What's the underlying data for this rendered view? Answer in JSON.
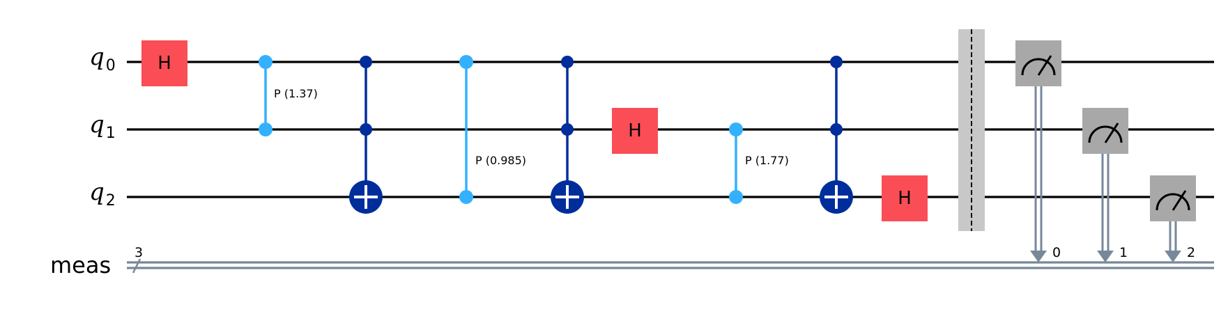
{
  "colors": {
    "hadamard": "#FA4D56",
    "phase": "#33B1FF",
    "cnot": "#002D9C",
    "measure": "#A8A8A8",
    "barrier": "#C8C8C8",
    "classical": "#778899",
    "wire": "#000000"
  },
  "qubits": [
    {
      "letter": "q",
      "index": "0"
    },
    {
      "letter": "q",
      "index": "1"
    },
    {
      "letter": "q",
      "index": "2"
    }
  ],
  "classical_register": {
    "name": "meas",
    "width": "3"
  },
  "gates": [
    {
      "type": "h",
      "qubit": 0,
      "label": "H"
    },
    {
      "type": "cp",
      "qubits": [
        0,
        1
      ],
      "label": "P (1.37)"
    },
    {
      "type": "ccx",
      "controls": [
        0,
        1
      ],
      "target": 2
    },
    {
      "type": "cp",
      "qubits": [
        0,
        2
      ],
      "label": "P (0.985)"
    },
    {
      "type": "ccx",
      "controls": [
        0,
        1
      ],
      "target": 2
    },
    {
      "type": "h",
      "qubit": 1,
      "label": "H"
    },
    {
      "type": "cp",
      "qubits": [
        1,
        2
      ],
      "label": "P (1.77)"
    },
    {
      "type": "ccx",
      "controls": [
        0,
        1
      ],
      "target": 2
    },
    {
      "type": "h",
      "qubit": 2,
      "label": "H"
    },
    {
      "type": "barrier",
      "qubits": [
        0,
        1,
        2
      ]
    },
    {
      "type": "measure",
      "qubit": 0,
      "bit": "0"
    },
    {
      "type": "measure",
      "qubit": 1,
      "bit": "1"
    },
    {
      "type": "measure",
      "qubit": 2,
      "bit": "2"
    }
  ]
}
